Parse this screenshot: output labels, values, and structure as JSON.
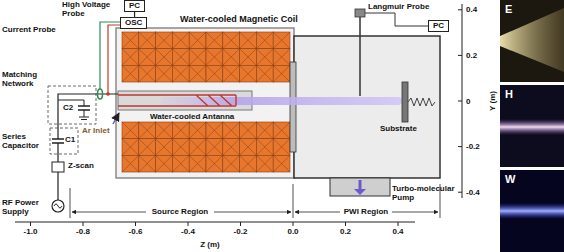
{
  "diagram": {
    "nodes": [
      {
        "text": [
          "PC"
        ]
      },
      {
        "text": [
          "OSC"
        ]
      },
      {
        "text": [
          "PC"
        ]
      },
      {
        "text": [
          "E"
        ]
      },
      {
        "text": [
          "H"
        ]
      },
      {
        "text": [
          "W"
        ]
      }
    ],
    "edges": [
      {
        "from": 0,
        "to": 1,
        "arrow": "none"
      }
    ],
    "labels": [
      "Current Probe",
      "High Voltage Probe",
      "Matching Network",
      "C2",
      "C1",
      "Series Capacitor",
      "Z-scan",
      "RF Power Supply",
      "Water-cooled Magnetic Coil",
      "Water-cooled Antanna",
      "Ar Inlet",
      "Langmuir Probe",
      "Substrate",
      "Turbo-molecular Pump",
      "Source Region",
      "PWI Region",
      "-1.0",
      "-0.8",
      "-0.6",
      "-0.4",
      "-0.2",
      "0.0",
      "0.2",
      "0.4",
      "Z (m)",
      "0.4",
      "0.2",
      "0",
      "-0.2",
      "-0.4",
      "Y (m)"
    ]
  }
}
